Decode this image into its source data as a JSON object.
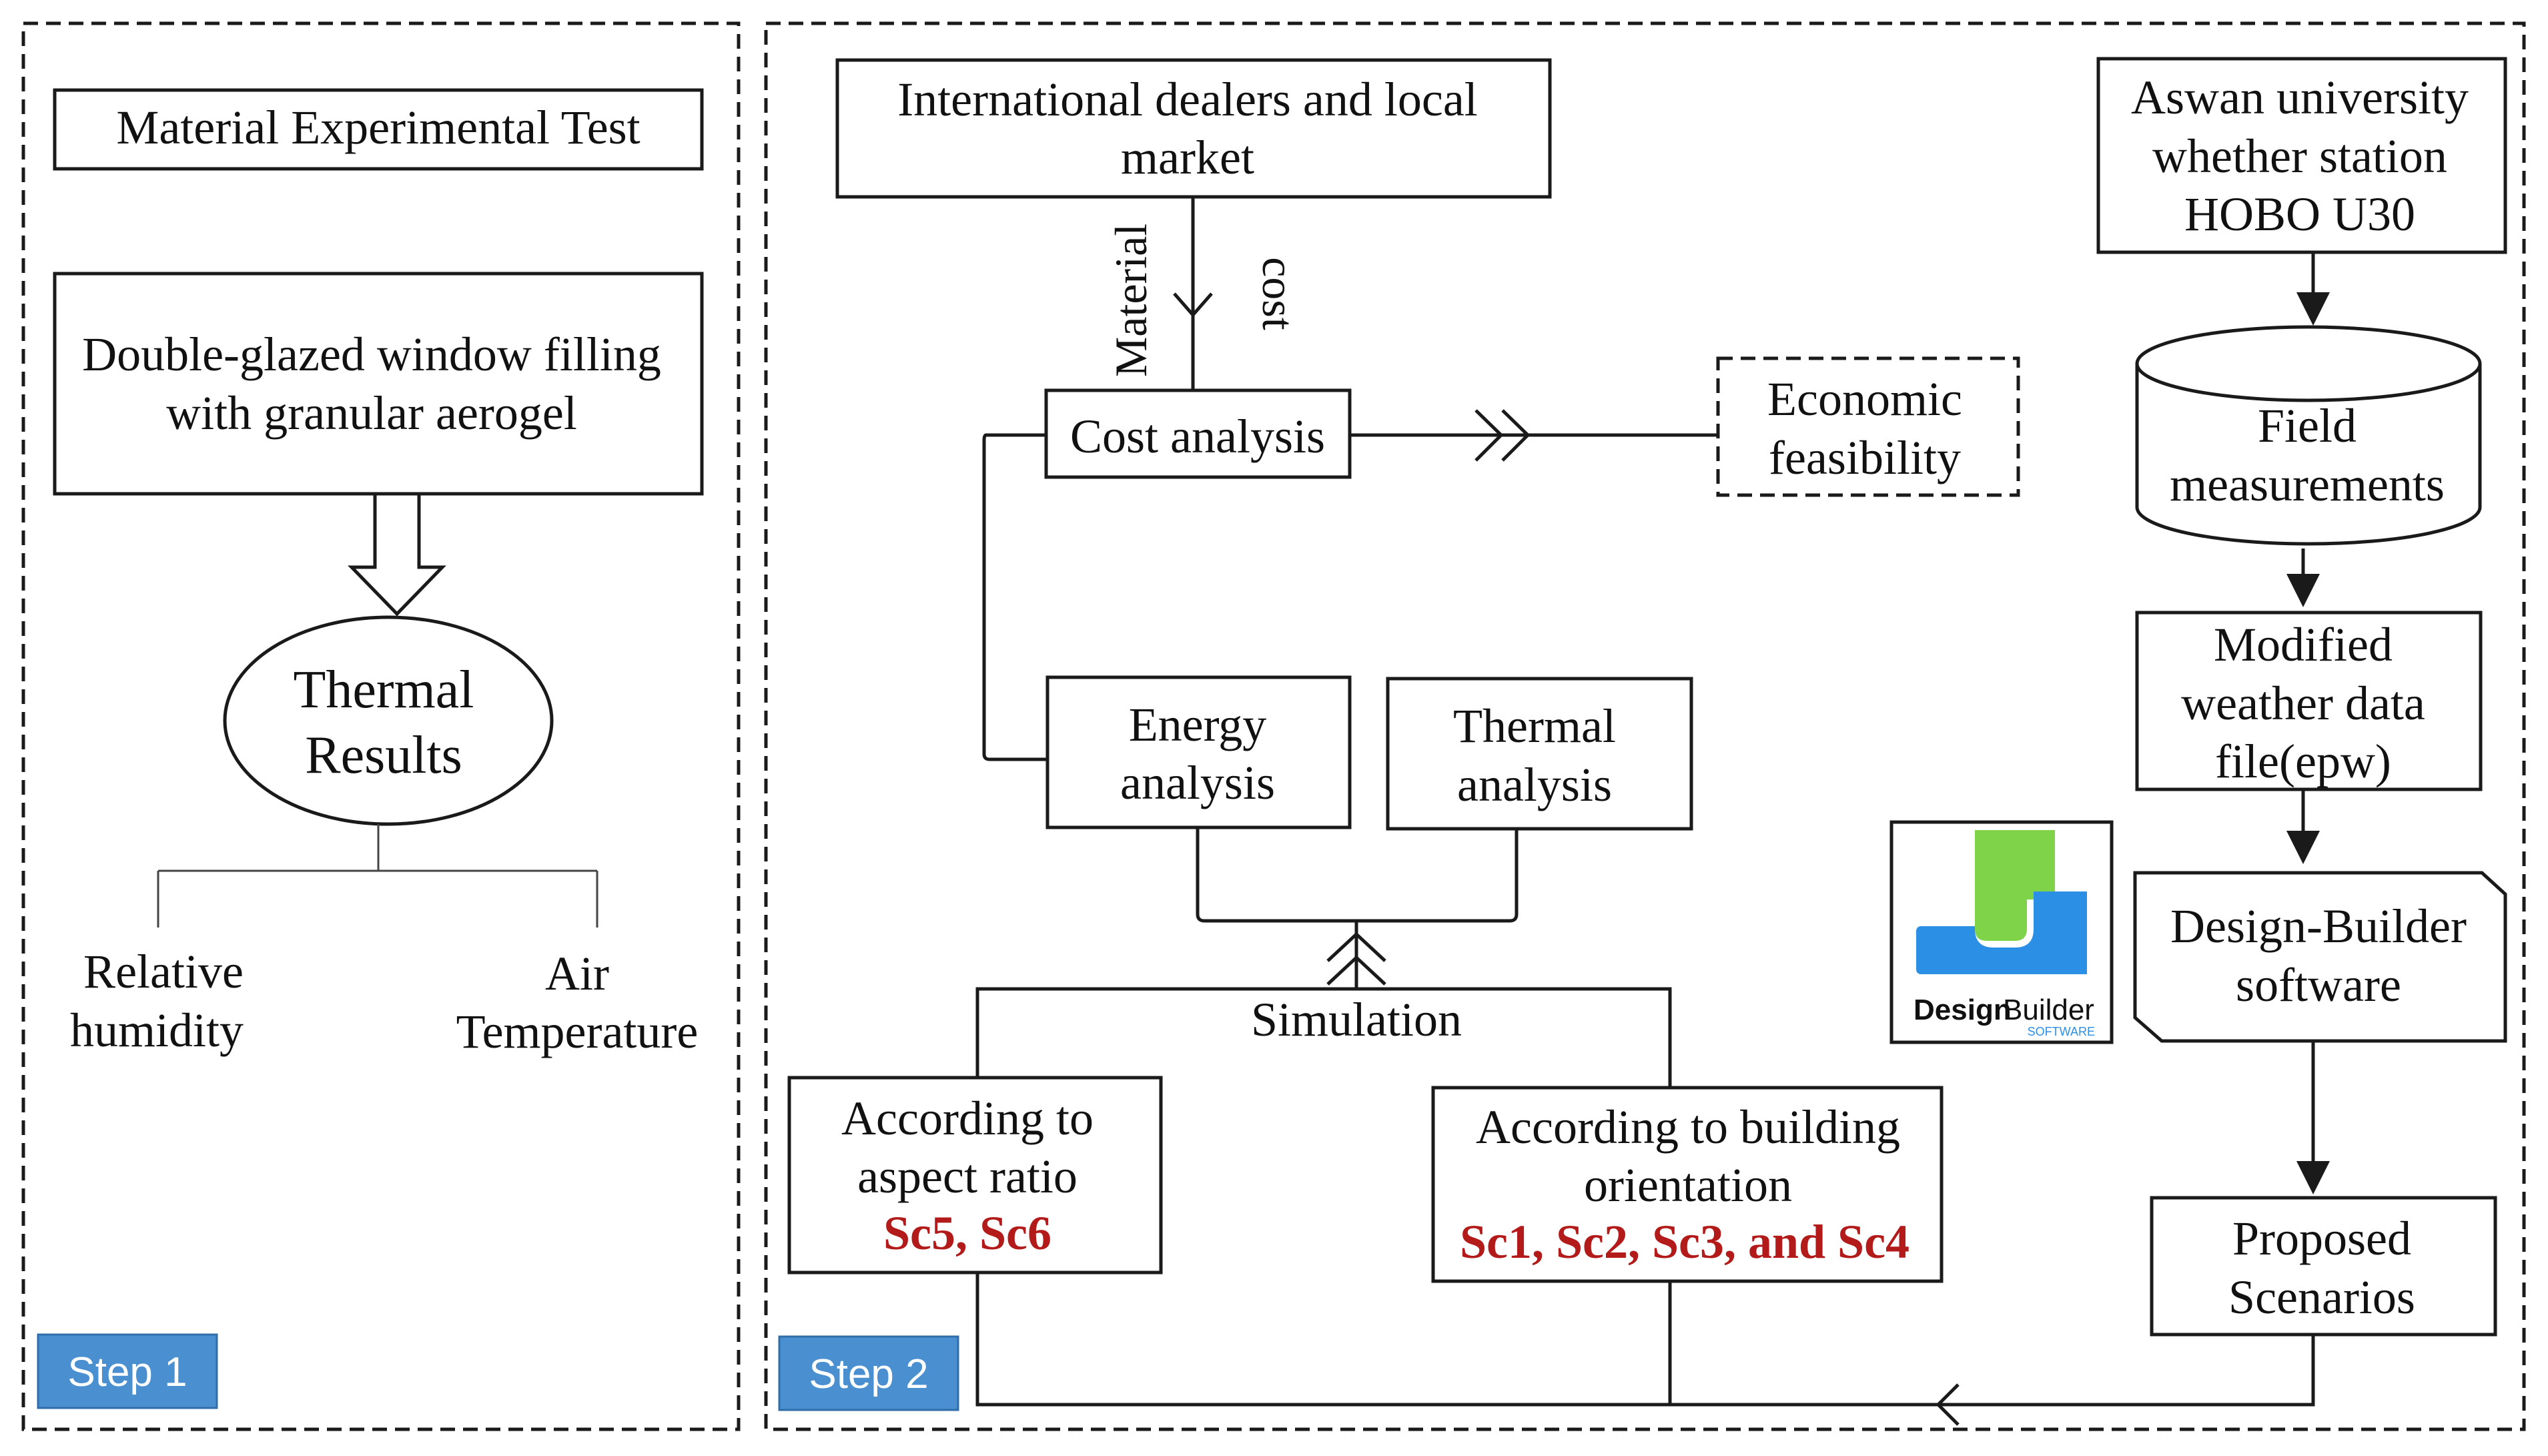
{
  "step1": {
    "label": "Step 1",
    "title": "Material Experimental Test",
    "window_line1": "Double-glazed window filling",
    "window_line2": "with granular aerogel",
    "results_line1": "Thermal",
    "results_line2": "Results",
    "rh_line1": "Relative",
    "rh_line2": "humidity",
    "air_line1": "Air",
    "air_line2": "Temperature"
  },
  "step2": {
    "label": "Step 2",
    "dealers_line1": "International dealers and local",
    "dealers_line2": "market",
    "material_label": "Material",
    "cost_label": "cost",
    "cost_analysis": "Cost analysis",
    "econ_line1": "Economic",
    "econ_line2": "feasibility",
    "energy_line1": "Energy",
    "energy_line2": "analysis",
    "thermal_line1": "Thermal",
    "thermal_line2": "analysis",
    "simulation": "Simulation",
    "aspect_line1": "According to",
    "aspect_line2": "aspect ratio",
    "aspect_sc": "Sc5, Sc6",
    "orient_line1": "According to building",
    "orient_line2": "orientation",
    "orient_sc": "Sc1, Sc2, Sc3, and Sc4",
    "station_line1": "Aswan university",
    "station_line2": "whether station",
    "station_line3": "HOBO U30",
    "field_line1": "Field",
    "field_line2": "measurements",
    "weather_line1": "Modified",
    "weather_line2": "weather data",
    "weather_line3": "file(epw)",
    "db_line1": "Design-Builder",
    "db_line2": "software",
    "logo_word_bold": "Design",
    "logo_word_regular": "Builder",
    "logo_sub": "SOFTWARE",
    "proposed_line1": "Proposed",
    "proposed_line2": "Scenarios"
  },
  "colors": {
    "step_badge": "#4a8fd0",
    "scenario_text": "#b31b1b",
    "logo_green": "#7ed348",
    "logo_blue": "#2b8fe6"
  }
}
